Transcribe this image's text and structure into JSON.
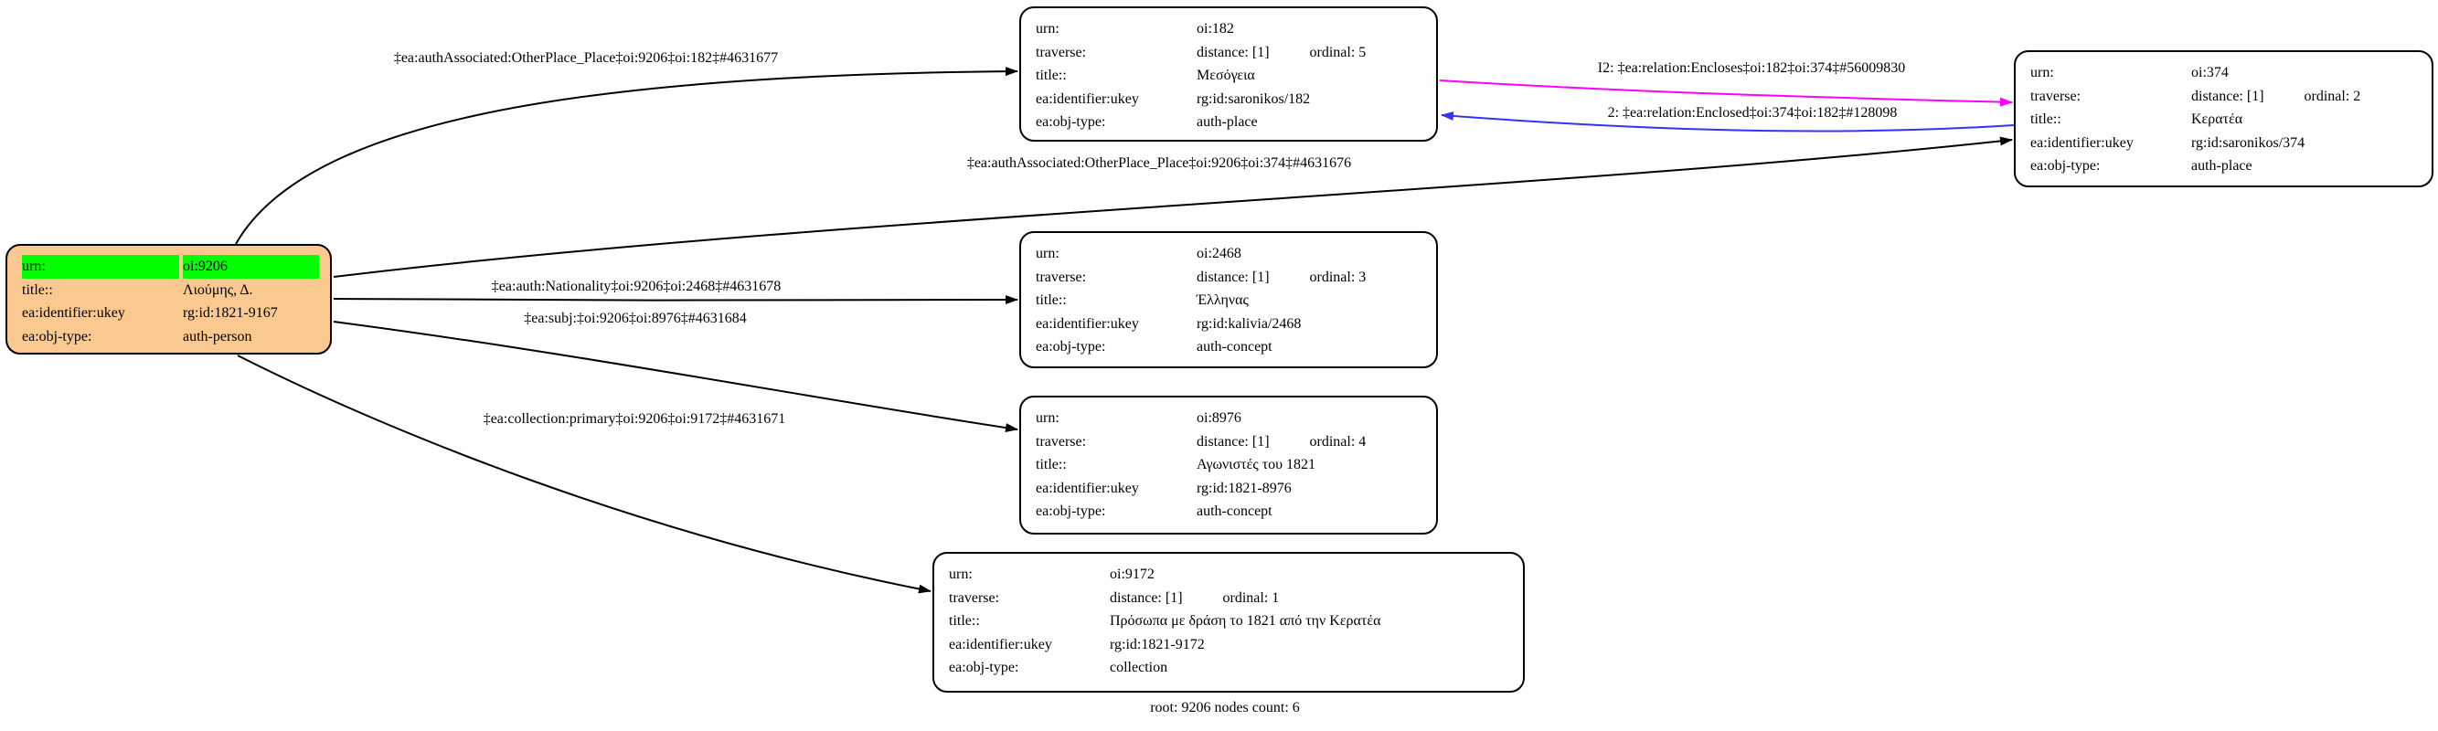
{
  "colors": {
    "edge": "#000000",
    "encloses": "#FF00FF",
    "enclosed": "#3333FF",
    "root_fill": "#F9C98F",
    "highlight": "#00FF00",
    "node_fill": "#FFFFFF"
  },
  "field_labels": {
    "urn": "urn:",
    "traverse": "traverse:",
    "title": "title::",
    "identifier": "ea:identifier:ukey",
    "obj_type": "ea:obj-type:"
  },
  "root_node": {
    "urn": "oi:9206",
    "title": "Λιούμης, Δ.",
    "identifier": "rg:id:1821-9167",
    "obj_type": "auth-person"
  },
  "nodes": [
    {
      "urn": "oi:182",
      "distance": "distance: [1]",
      "ordinal": "ordinal: 5",
      "title": "Μεσόγεια",
      "identifier": "rg:id:saronikos/182",
      "obj_type": "auth-place"
    },
    {
      "urn": "oi:2468",
      "distance": "distance: [1]",
      "ordinal": "ordinal: 3",
      "title": "Έλληνας",
      "identifier": "rg:id:kalivia/2468",
      "obj_type": "auth-concept"
    },
    {
      "urn": "oi:8976",
      "distance": "distance: [1]",
      "ordinal": "ordinal: 4",
      "title": "Αγωνιστές του 1821",
      "identifier": "rg:id:1821-8976",
      "obj_type": "auth-concept"
    },
    {
      "urn": "oi:9172",
      "distance": "distance: [1]",
      "ordinal": "ordinal: 1",
      "title": "Πρόσωπα με δράση το 1821 από την Κερατέα",
      "identifier": "rg:id:1821-9172",
      "obj_type": "collection"
    },
    {
      "urn": "oi:374",
      "distance": "distance: [1]",
      "ordinal": "ordinal: 2",
      "title": "Κερατέα",
      "identifier": "rg:id:saronikos/374",
      "obj_type": "auth-place"
    }
  ],
  "edge_labels": {
    "assoc_182": "‡ea:authAssociated:OtherPlace_Place‡oi:9206‡oi:182‡#4631677",
    "assoc_374": "‡ea:authAssociated:OtherPlace_Place‡oi:9206‡oi:374‡#4631676",
    "encloses": "I2: ‡ea:relation:Encloses‡oi:182‡oi:374‡#56009830",
    "enclosed": "2: ‡ea:relation:Enclosed‡oi:374‡oi:182‡#128098",
    "nationality": "‡ea:auth:Nationality‡oi:9206‡oi:2468‡#4631678",
    "subj": "‡ea:subj:‡oi:9206‡oi:8976‡#4631684",
    "collection": "‡ea:collection:primary‡oi:9206‡oi:9172‡#4631671"
  },
  "footer": "root: 9206 nodes count: 6"
}
